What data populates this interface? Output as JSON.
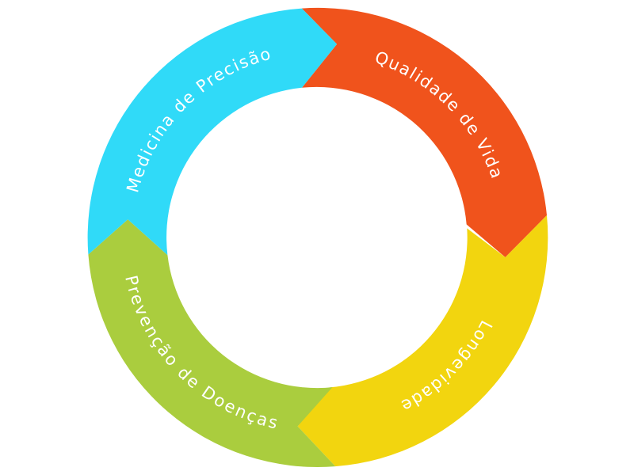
{
  "segments": [
    {
      "id": "qualidade",
      "label": "Qualidade de Vida",
      "color": "#F0531C"
    },
    {
      "id": "longevidade",
      "label": "Longevidade",
      "color": "#F2D50F"
    },
    {
      "id": "prevencao",
      "label": "Prevenção de Doenças",
      "color": "#AACD3E"
    },
    {
      "id": "medicina",
      "label": "Medicina de Precisão",
      "color": "#30DAF8"
    }
  ]
}
